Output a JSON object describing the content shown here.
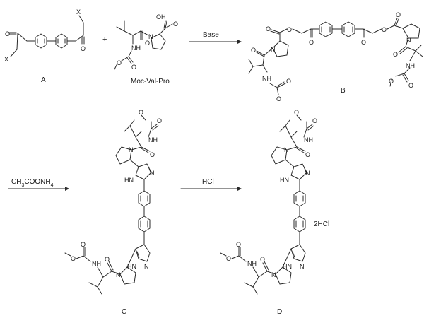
{
  "compounds": {
    "A": "A",
    "moc": "Moc-Val-Pro",
    "B": "B",
    "C": "C",
    "D": "D"
  },
  "reagents": {
    "plus": "+",
    "step1": "Base",
    "step2": "CH3COONH4",
    "step3": "HCl",
    "salt": "2HCl"
  },
  "atoms": {
    "O": "O",
    "X": "X",
    "N": "N",
    "NH": "NH",
    "HN": "HN",
    "OH": "OH"
  }
}
